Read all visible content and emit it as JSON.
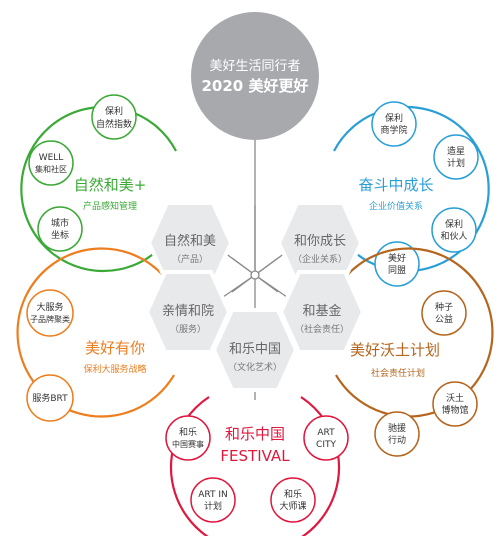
{
  "center": {
    "line1": "美好生活同行者",
    "line2": "2020 美好更好"
  },
  "hexagons": {
    "nature": {
      "title": "自然和美",
      "sub": "（产品）"
    },
    "together": {
      "title": "和你成长",
      "sub": "（企业关系）"
    },
    "family": {
      "title": "亲情和院",
      "sub": "（服务）"
    },
    "fund": {
      "title": "和基金",
      "sub": "（社会责任）"
    },
    "china": {
      "title": "和乐中国",
      "sub": "（文化艺术）"
    }
  },
  "clusters": {
    "green": {
      "color": "#3aa935",
      "title": "自然和美+",
      "subtitle": "产品感知管理",
      "nodes": [
        {
          "l1": "保利",
          "l2": "自然指数"
        },
        {
          "l1": "WELL",
          "l2": "集和社区"
        },
        {
          "l1": "城市",
          "l2": "坐标"
        }
      ]
    },
    "blue": {
      "color": "#2a9fd6",
      "title": "奋斗中成长",
      "subtitle": "企业价值关系",
      "nodes": [
        {
          "l1": "保利",
          "l2": "商学院"
        },
        {
          "l1": "造星",
          "l2": "计划"
        },
        {
          "l1": "保利",
          "l2": "和伙人"
        },
        {
          "l1": "美好",
          "l2": "同盟"
        }
      ]
    },
    "orange": {
      "color": "#ee7d1e",
      "title": "美好有你",
      "subtitle": "保利大服务战略",
      "nodes": [
        {
          "l1": "大服务",
          "l2": "子品牌聚类"
        },
        {
          "l1": "服务BRT",
          "l2": ""
        }
      ]
    },
    "brown": {
      "color": "#b5651d",
      "title": "美好沃土计划",
      "subtitle": "社会责任计划",
      "nodes": [
        {
          "l1": "种子",
          "l2": "公益"
        },
        {
          "l1": "沃土",
          "l2": "博物馆"
        },
        {
          "l1": "驰援",
          "l2": "行动"
        }
      ]
    },
    "red": {
      "color": "#e0173e",
      "title": "和乐中国",
      "subtitle": "FESTIVAL",
      "nodes": [
        {
          "l1": "和乐",
          "l2": "中国赛事"
        },
        {
          "l1": "ART",
          "l2": "CITY"
        },
        {
          "l1": "ART IN",
          "l2": "计划"
        },
        {
          "l1": "和乐",
          "l2": "大师课"
        }
      ]
    }
  }
}
